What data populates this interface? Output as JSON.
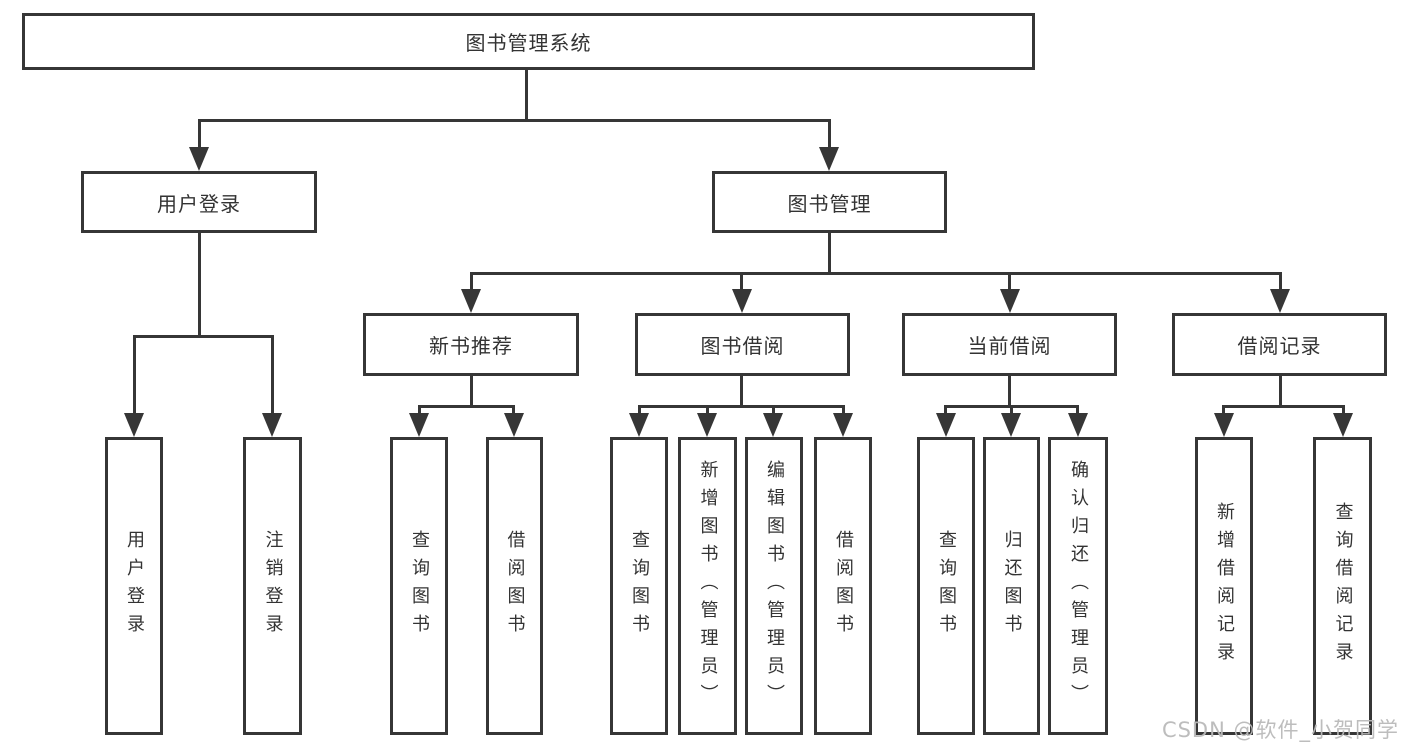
{
  "diagram": {
    "title_node": {
      "label": "图书管理系统"
    },
    "level2": [
      {
        "label": "用户登录"
      },
      {
        "label": "图书管理"
      }
    ],
    "level3": [
      {
        "label": "新书推荐"
      },
      {
        "label": "图书借阅"
      },
      {
        "label": "当前借阅"
      },
      {
        "label": "借阅记录"
      }
    ],
    "leaves": {
      "user_login_group": [
        "用户登录",
        "注销登录"
      ],
      "new_book_group": [
        "查询图书",
        "借阅图书"
      ],
      "book_borrow_group": [
        "查询图书",
        "新增图书（管理员）",
        "编辑图书（管理员）",
        "借阅图书"
      ],
      "current_borrow_group": [
        "查询图书",
        "归还图书",
        "确认归还（管理员）"
      ],
      "borrow_record_group": [
        "新增借阅记录",
        "查询借阅记录"
      ]
    }
  },
  "watermark": {
    "text": "CSDN @软件_小贺同学",
    "color": "#b9b9b9"
  },
  "colors": {
    "line": "#363636",
    "box_border": "#363636",
    "text": "#333333",
    "background": "#ffffff"
  }
}
